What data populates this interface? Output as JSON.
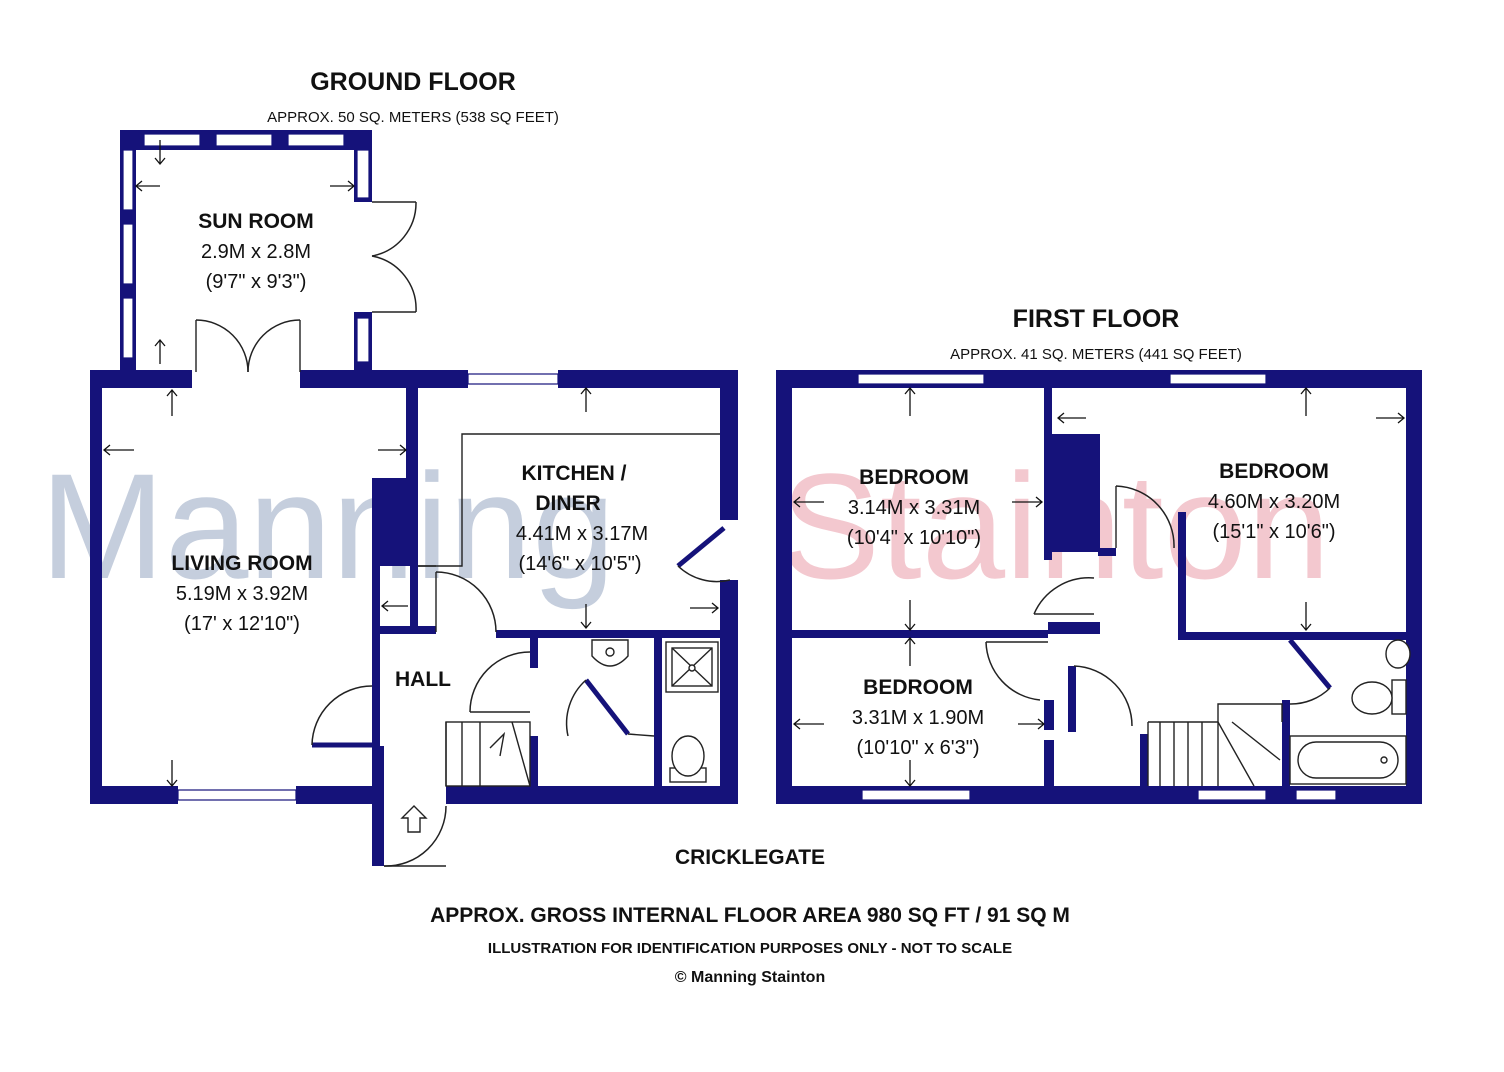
{
  "watermark": {
    "word1": "Manning",
    "word2": "Stainton",
    "color1": "#c5cedd",
    "color2": "#f3c8cf"
  },
  "colors": {
    "wall": "#15127a",
    "text": "#111111",
    "background": "#ffffff"
  },
  "ground_floor": {
    "title": "GROUND FLOOR",
    "area": "APPROX. 50 SQ. METERS (538 SQ FEET)",
    "rooms": {
      "sun_room": {
        "name": "SUN ROOM",
        "metric": "2.9M x 2.8M",
        "imperial": "(9'7\" x 9'3\")"
      },
      "living_room": {
        "name": "LIVING ROOM",
        "metric": "5.19M x 3.92M",
        "imperial": "(17' x 12'10\")"
      },
      "kitchen": {
        "name_line1": "KITCHEN /",
        "name_line2": "DINER",
        "metric": "4.41M x 3.17M",
        "imperial": "(14'6\" x 10'5\")"
      },
      "hall": {
        "name": "HALL"
      }
    }
  },
  "first_floor": {
    "title": "FIRST FLOOR",
    "area": "APPROX. 41 SQ. METERS (441 SQ FEET)",
    "rooms": {
      "bedroom1": {
        "name": "BEDROOM",
        "metric": "3.14M x 3.31M",
        "imperial": "(10'4\" x 10'10\")"
      },
      "bedroom2": {
        "name": "BEDROOM",
        "metric": "4.60M x 3.20M",
        "imperial": "(15'1\" x 10'6\")"
      },
      "bedroom3": {
        "name": "BEDROOM",
        "metric": "3.31M x 1.90M",
        "imperial": "(10'10\" x 6'3\")"
      }
    }
  },
  "street": "CRICKLEGATE",
  "footer": {
    "gross_area": "APPROX. GROSS INTERNAL FLOOR AREA 980 SQ FT / 91 SQ M",
    "disclaimer": "ILLUSTRATION FOR IDENTIFICATION PURPOSES ONLY - NOT TO SCALE",
    "copyright": "© Manning Stainton"
  }
}
